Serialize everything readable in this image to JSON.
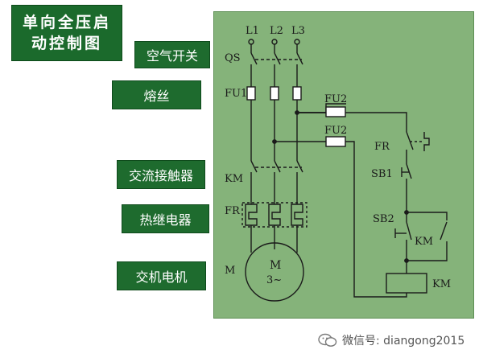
{
  "title": [
    "单向全压启",
    "动控制图"
  ],
  "labels": [
    "空气开关",
    "熔丝",
    "交流接触器",
    "热继电器",
    "交机电机"
  ],
  "schematic": {
    "phases": [
      "L1",
      "L2",
      "L3"
    ],
    "qs": "QS",
    "fu1": "FU1",
    "fu2_top": "FU2",
    "fu2_bottom": "FU2",
    "km_main": "KM",
    "fr_main": "FR",
    "motor_label": "M",
    "motor_text": "M",
    "motor_sub": "3~",
    "fr_ctrl": "FR",
    "sb1": "SB1",
    "sb2": "SB2",
    "km_aux": "KM",
    "km_coil": "KM"
  },
  "watermark": "微信号: diangong2015",
  "colors": {
    "panel": "#85b37a",
    "label_bg": "#1e6b2e",
    "ink": "#1a1a1a"
  }
}
